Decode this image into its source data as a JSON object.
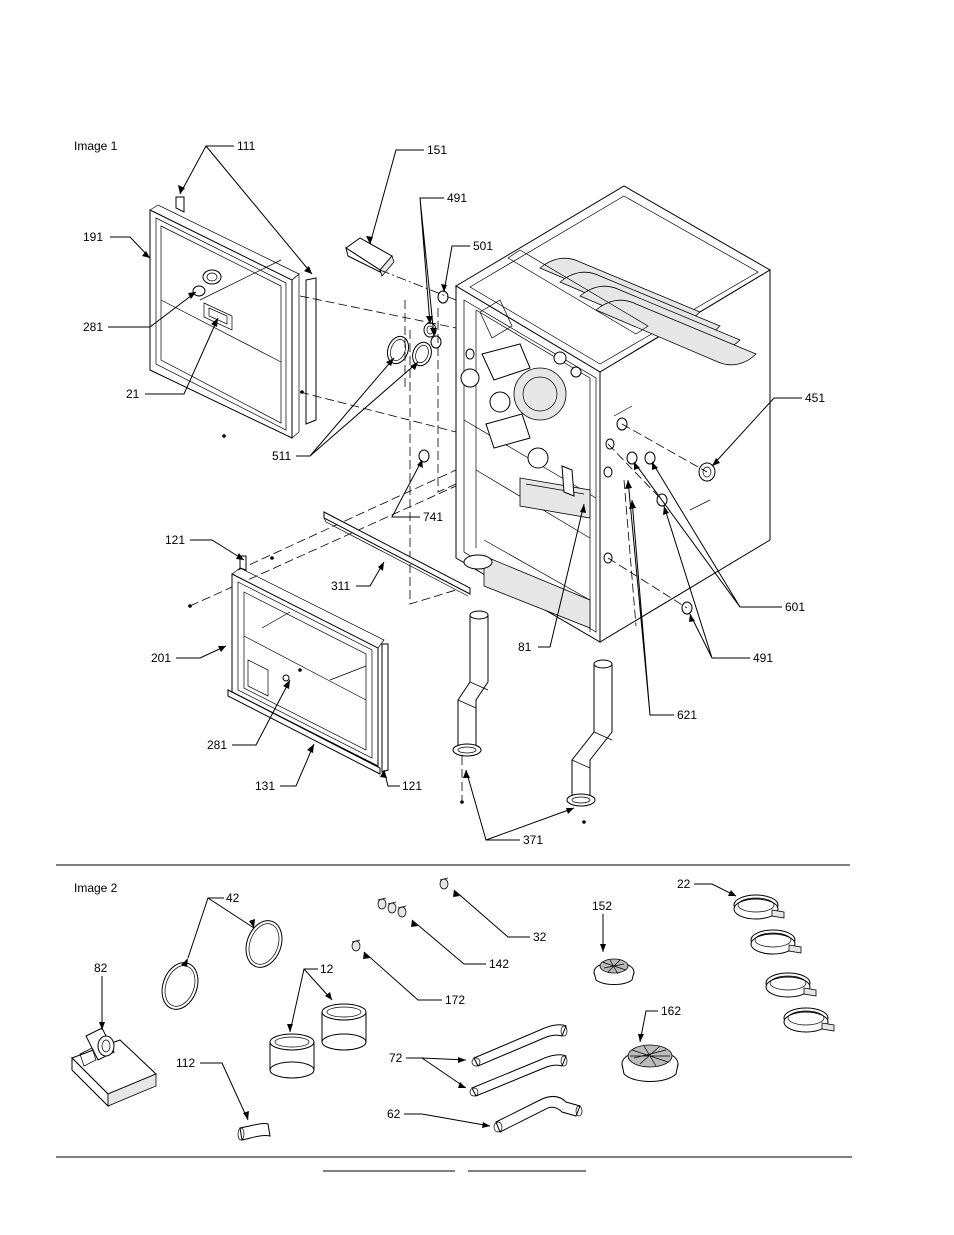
{
  "sections": [
    {
      "title": "Image 1"
    },
    {
      "title": "Image 2"
    }
  ],
  "callouts": {
    "c111": "111",
    "c151": "151",
    "c491a": "491",
    "c501": "501",
    "c191": "191",
    "c281a": "281",
    "c21": "21",
    "c511": "511",
    "c741": "741",
    "c451": "451",
    "c601": "601",
    "c121a": "121",
    "c311": "311",
    "c81": "81",
    "c491b": "491",
    "c201": "201",
    "c621": "621",
    "c281b": "281",
    "c131": "131",
    "c121b": "121",
    "c371": "371",
    "c42": "42",
    "c32": "32",
    "c142": "142",
    "c152": "152",
    "c22": "22",
    "c82": "82",
    "c12": "12",
    "c172": "172",
    "c162": "162",
    "c112": "112",
    "c72": "72",
    "c62": "62"
  }
}
